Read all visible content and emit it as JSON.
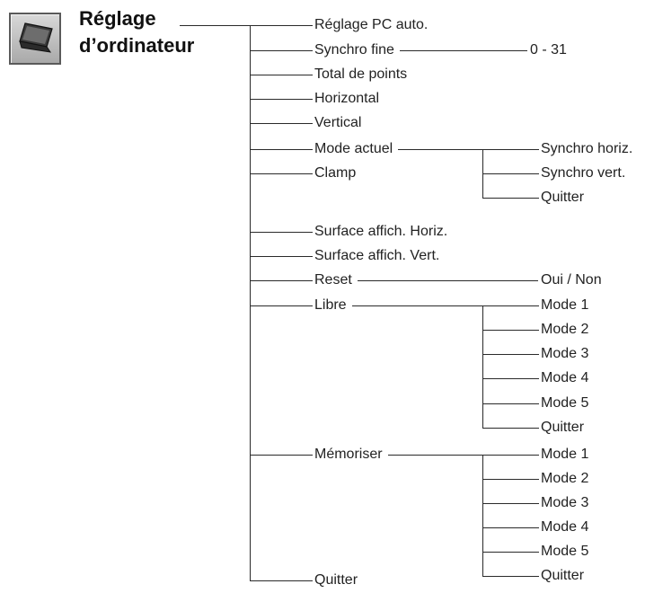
{
  "icon": "laptop-icon",
  "title": {
    "line1": "Réglage",
    "line2": "d’ordinateur"
  },
  "main_items": [
    {
      "id": "reglage-pc-auto",
      "label": "Réglage PC auto."
    },
    {
      "id": "synchro-fine",
      "label": "Synchro fine",
      "value": "0 - 31"
    },
    {
      "id": "total-de-points",
      "label": "Total de points"
    },
    {
      "id": "horizontal",
      "label": "Horizontal"
    },
    {
      "id": "vertical",
      "label": "Vertical"
    },
    {
      "id": "mode-actuel",
      "label": "Mode actuel",
      "sub": [
        "Synchro horiz.",
        "Synchro vert.",
        "Quitter"
      ]
    },
    {
      "id": "clamp",
      "label": "Clamp"
    },
    {
      "id": "surface-affich-horiz",
      "label": "Surface affich. Horiz."
    },
    {
      "id": "surface-affich-vert",
      "label": "Surface affich. Vert."
    },
    {
      "id": "reset",
      "label": "Reset",
      "value": "Oui / Non"
    },
    {
      "id": "libre",
      "label": "Libre",
      "sub": [
        "Mode 1",
        "Mode 2",
        "Mode 3",
        "Mode 4",
        "Mode 5",
        "Quitter"
      ]
    },
    {
      "id": "memoriser",
      "label": "Mémoriser",
      "sub": [
        "Mode 1",
        "Mode 2",
        "Mode 3",
        "Mode 4",
        "Mode 5",
        "Quitter"
      ]
    },
    {
      "id": "quitter",
      "label": "Quitter"
    }
  ]
}
